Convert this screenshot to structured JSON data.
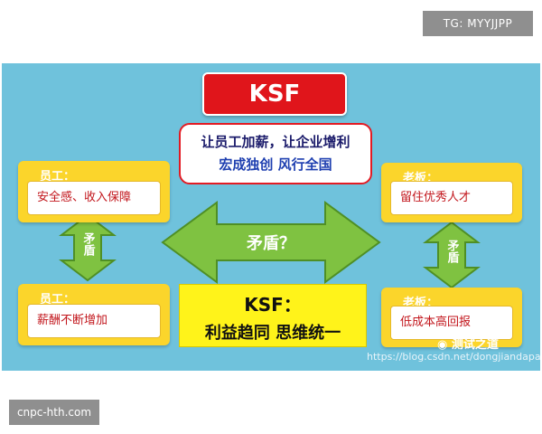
{
  "corner_tag": "TG: MYYJJPP",
  "footer_tag": "cnpc-hth.com",
  "diagram": {
    "title": "KSF",
    "slogan_line1": "让员工加薪，让企业增利",
    "slogan_line2": "宏成独创  风行全国",
    "left_top": {
      "title": "员工：",
      "text": "安全感、收入保障"
    },
    "left_bottom": {
      "title": "员工：",
      "text": "薪酬不断增加"
    },
    "right_top": {
      "title": "老板：",
      "text": "留住优秀人才"
    },
    "right_bottom": {
      "title": "老板：",
      "text": "低成本高回报"
    },
    "contradiction_label": "矛盾？",
    "vertical_label_left": "矛盾",
    "vertical_label_right": "矛盾",
    "center_line1": "KSF：",
    "center_line2": "利益趋同 思维统一",
    "source_url": "https://blog.csdn.net/dongjiandapao",
    "wechat_label": "测试之道",
    "wechat_icon": "wechat-icon"
  },
  "colors": {
    "panel_bg": "#6fc2dc",
    "banner_red": "#e0151b",
    "card_yellow": "#fbd52b",
    "arrow_green": "#7fc241",
    "center_yellow": "#fff31a"
  }
}
